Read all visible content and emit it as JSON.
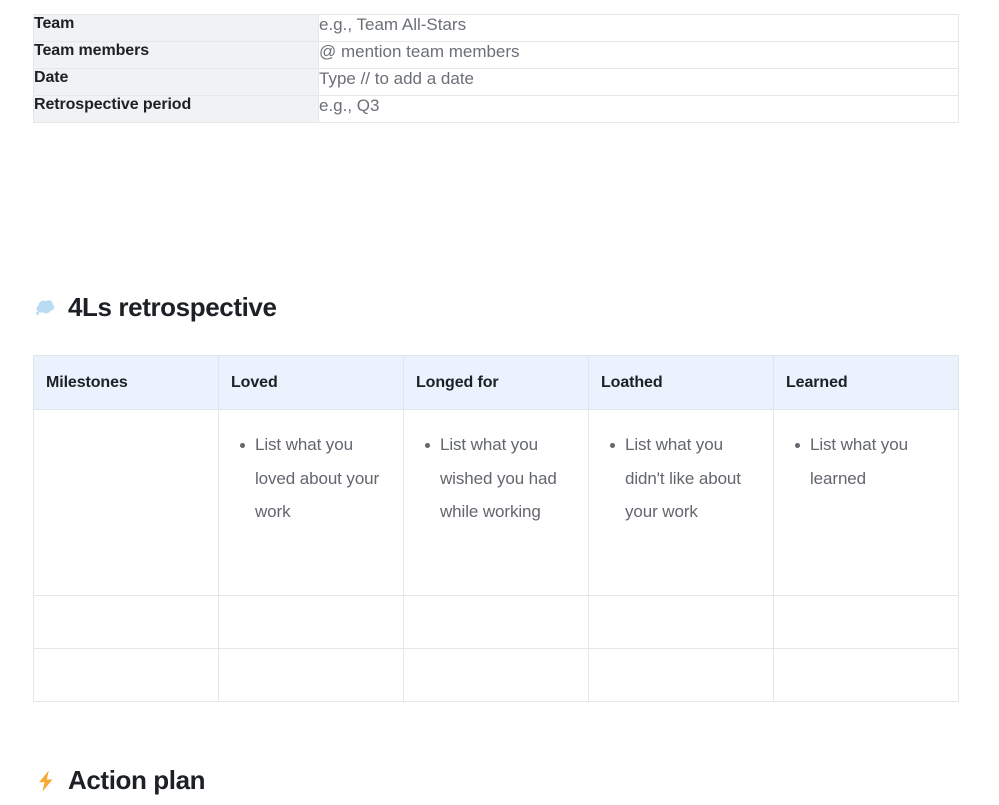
{
  "document": {
    "meta_table": {
      "name": "retrospective-properties",
      "rows": [
        {
          "label": "Team",
          "value": "e.g., Team All-Stars"
        },
        {
          "label": "Team members",
          "value": "@ mention team members"
        },
        {
          "label": "Date",
          "value": "Type // to add a date"
        },
        {
          "label": "Retrospective period",
          "value": "e.g., Q3"
        }
      ]
    },
    "sections": [
      {
        "id": "four-ls",
        "icon": "thought-balloon-icon",
        "icon_color": "#b3d9f2",
        "title": "4Ls retrospective"
      },
      {
        "id": "action-plan",
        "icon": "high-voltage-icon",
        "icon_color": "#f5a623",
        "title": "Action plan"
      }
    ],
    "four_ls_table": {
      "headers": [
        "Milestones",
        "Loved",
        "Longed for",
        "Loathed",
        "Learned"
      ],
      "header_background": "#e9f2fd",
      "rows": [
        {
          "type": "content",
          "cells": [
            {
              "items": []
            },
            {
              "items": [
                "List what you loved about your work"
              ]
            },
            {
              "items": [
                "List what you wished you had while working"
              ]
            },
            {
              "items": [
                "List what you didn't like about your work"
              ]
            },
            {
              "items": [
                "List what you learned"
              ]
            }
          ]
        },
        {
          "type": "blank",
          "cells": [
            {
              "items": []
            },
            {
              "items": []
            },
            {
              "items": []
            },
            {
              "items": []
            },
            {
              "items": []
            }
          ]
        },
        {
          "type": "blank",
          "cells": [
            {
              "items": []
            },
            {
              "items": []
            },
            {
              "items": []
            },
            {
              "items": []
            },
            {
              "items": []
            }
          ]
        }
      ]
    },
    "colors": {
      "label_cell_background": "#f1f2f4",
      "placeholder_text": "#6b6f76",
      "body_text": "#62666d",
      "heading_text": "#1d2125",
      "border": "#e6e7e9"
    }
  }
}
